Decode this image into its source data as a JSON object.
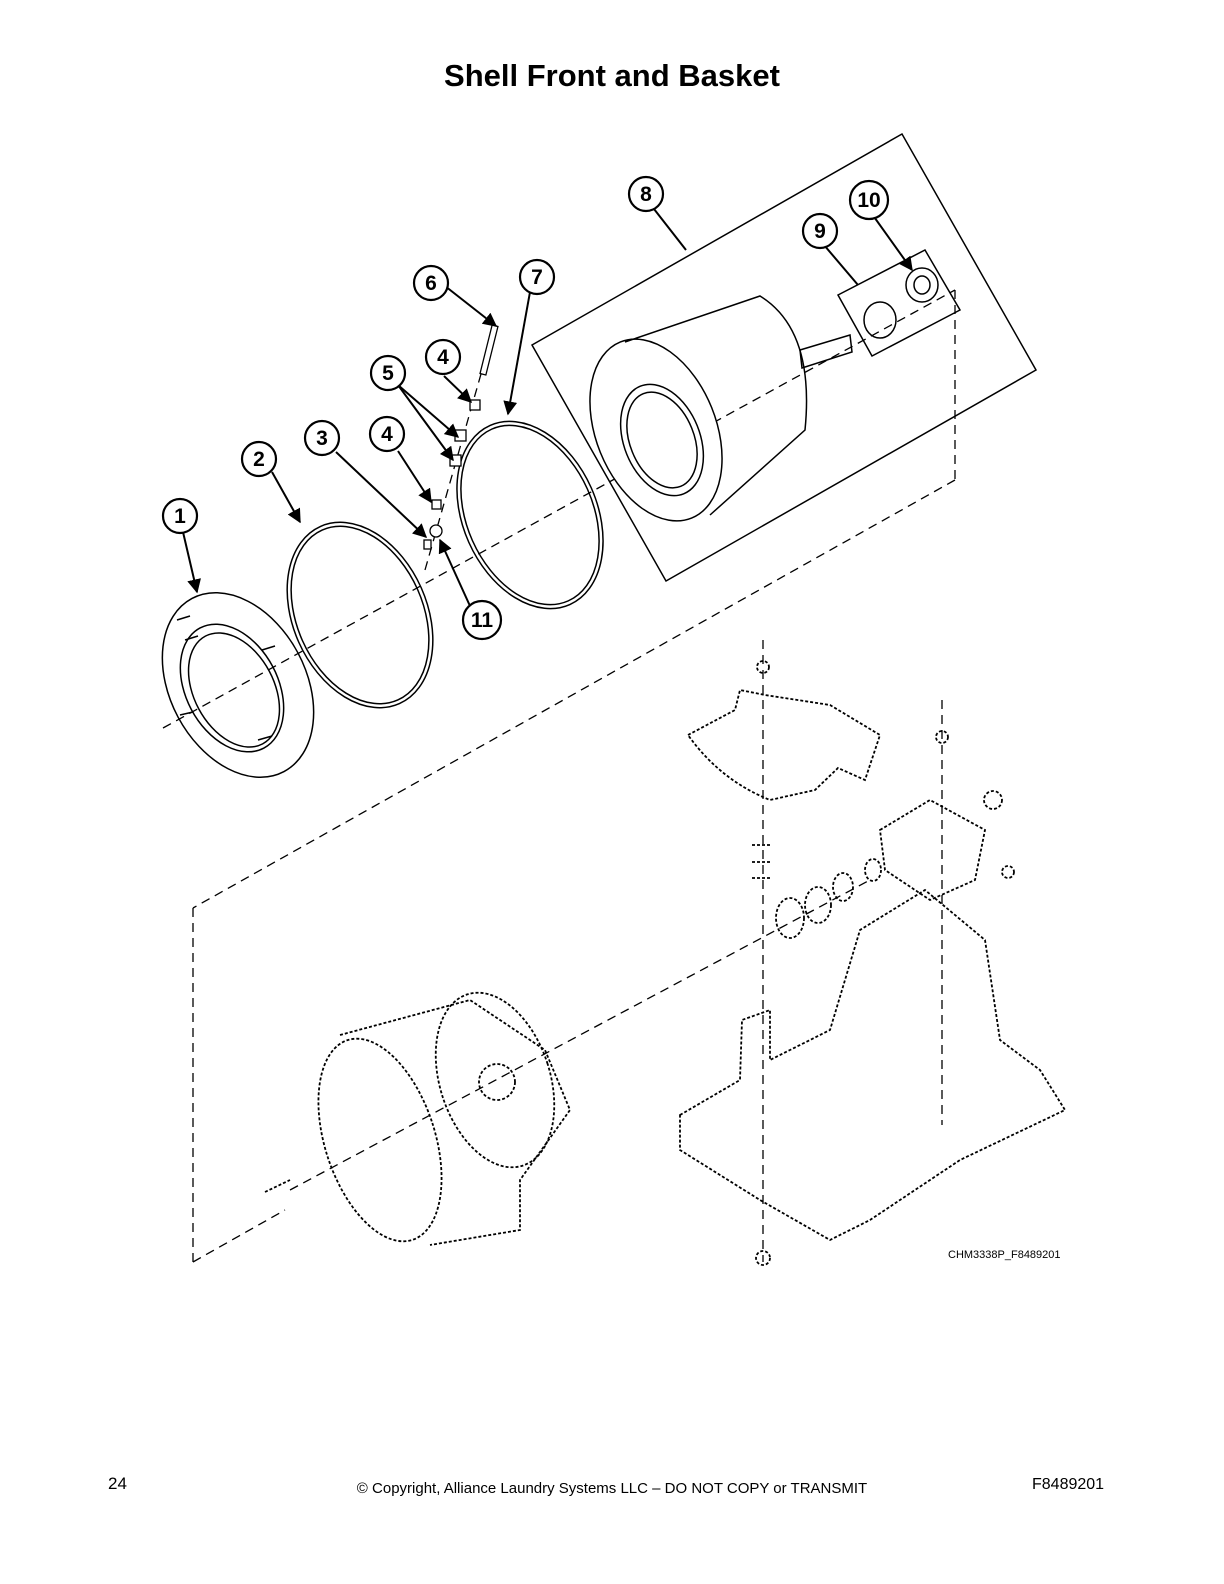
{
  "page_title": "Shell Front and Basket",
  "figure_id": "CHM3338P_F8489201",
  "callouts": [
    "1",
    "2",
    "3",
    "4",
    "4",
    "5",
    "6",
    "7",
    "8",
    "9",
    "10",
    "11"
  ],
  "footer": {
    "page_number": "24",
    "copyright": "© Copyright, Alliance Laundry Systems LLC – DO NOT COPY or TRANSMIT",
    "doc_code": "F8489201"
  }
}
